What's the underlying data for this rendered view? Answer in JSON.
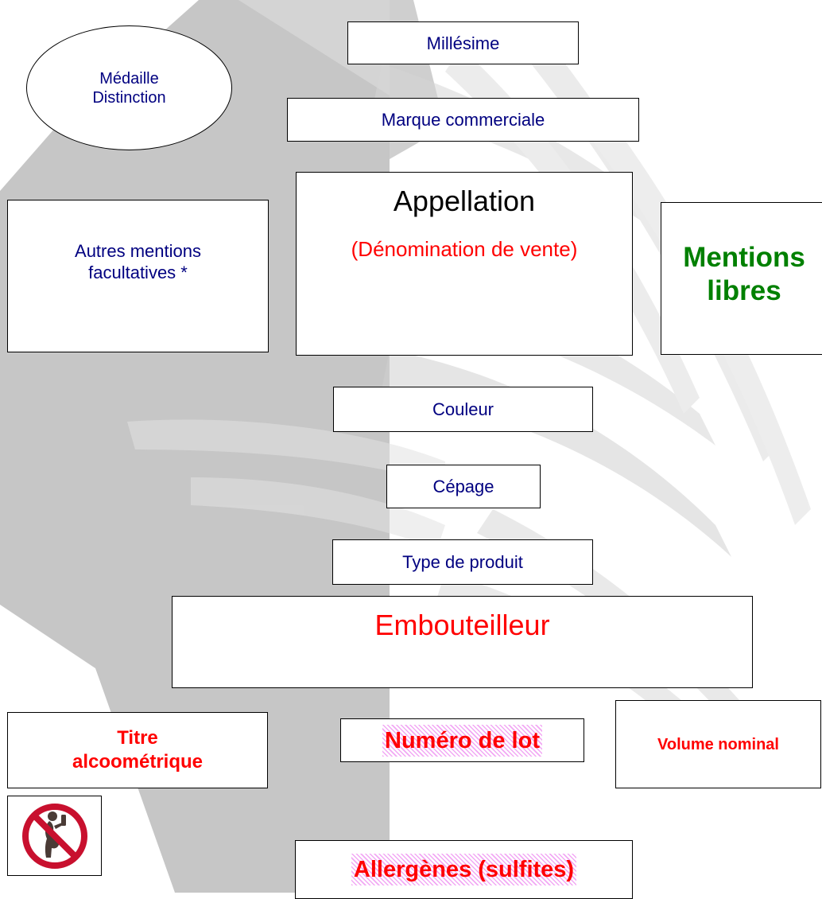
{
  "labels": {
    "medaille": "Médaille\nDistinction",
    "millesime": "Millésime",
    "marque": "Marque commerciale",
    "appellation": "Appellation",
    "denomination": "(Dénomination de vente)",
    "autres_mentions": "Autres mentions\nfacultatives *",
    "mentions_libres": "Mentions\nlibres",
    "couleur": "Couleur",
    "cepage": "Cépage",
    "type_produit": "Type de produit",
    "embouteilleur": "Embouteilleur",
    "titre": "Titre\nalcoométrique",
    "volume": "Volume nominal",
    "numero_lot": "Numéro de lot",
    "allergenes": "Allergènes (sulfites)"
  },
  "icons": {
    "pregnancy": "no-alcohol-pregnancy-icon"
  },
  "colors": {
    "optional": "#000080",
    "mandatory": "#ff0000",
    "free": "#008000",
    "hatch": "#f2a8f4"
  }
}
